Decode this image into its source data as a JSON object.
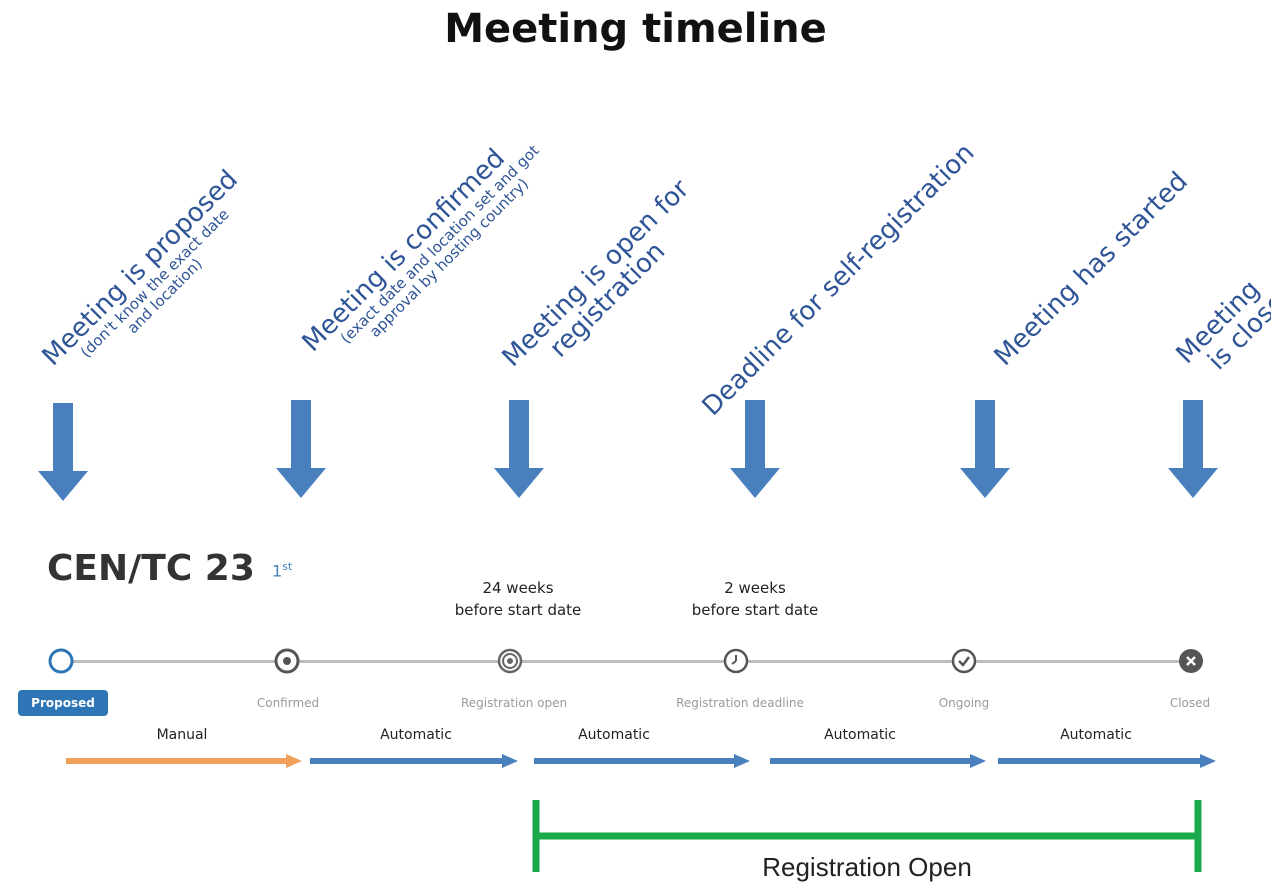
{
  "title": "Meeting timeline",
  "annotations": [
    {
      "main": "Meeting is proposed",
      "sub1": "(don't know the exact date",
      "sub2": "and location)"
    },
    {
      "main": "Meeting is confirmed",
      "sub1": "(exact date and location set and got",
      "sub2": "approval by hosting country)"
    },
    {
      "main": "Meeting is open for",
      "main2": "registration"
    },
    {
      "main": "Deadline for self-registration"
    },
    {
      "main": "Meeting has started"
    },
    {
      "main": "Meeting",
      "main2": "is closed"
    }
  ],
  "committee": {
    "name": "CEN/TC 23",
    "ordinal": "1",
    "ordinal_suffix": "st"
  },
  "notes": [
    {
      "line1": "24 weeks",
      "line2": "before start date"
    },
    {
      "line1": "2 weeks",
      "line2": "before start date"
    }
  ],
  "states": [
    "Proposed",
    "Confirmed",
    "Registration open",
    "Registration deadline",
    "Ongoing",
    "Closed"
  ],
  "current_state_badge": "Proposed",
  "transitions": [
    "Manual",
    "Automatic",
    "Automatic",
    "Automatic",
    "Automatic"
  ],
  "registration_period": "Registration Open",
  "colors": {
    "accent_blue": "#4a7fbe",
    "manual_orange": "#f0a05a",
    "registration_green": "#19a84a",
    "badge_blue": "#2e75b6"
  },
  "icons": [
    "circle-outline-icon",
    "dot-circle-icon",
    "target-icon",
    "clock-icon",
    "check-circle-icon",
    "close-circle-icon"
  ]
}
